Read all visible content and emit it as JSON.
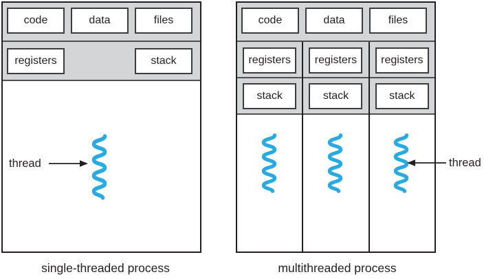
{
  "colors": {
    "thread_accent": "#29abe2",
    "region_gray": "#d4d5d7",
    "border_dark": "#231f20"
  },
  "left_process": {
    "caption": "single-threaded process",
    "top_row": [
      "code",
      "data",
      "files"
    ],
    "second_row": [
      "registers",
      "stack"
    ],
    "thread_label": "thread"
  },
  "right_process": {
    "caption": "multithreaded process",
    "top_row": [
      "code",
      "data",
      "files"
    ],
    "columns": [
      {
        "registers": "registers",
        "stack": "stack"
      },
      {
        "registers": "registers",
        "stack": "stack"
      },
      {
        "registers": "registers",
        "stack": "stack"
      }
    ],
    "thread_label": "thread"
  }
}
